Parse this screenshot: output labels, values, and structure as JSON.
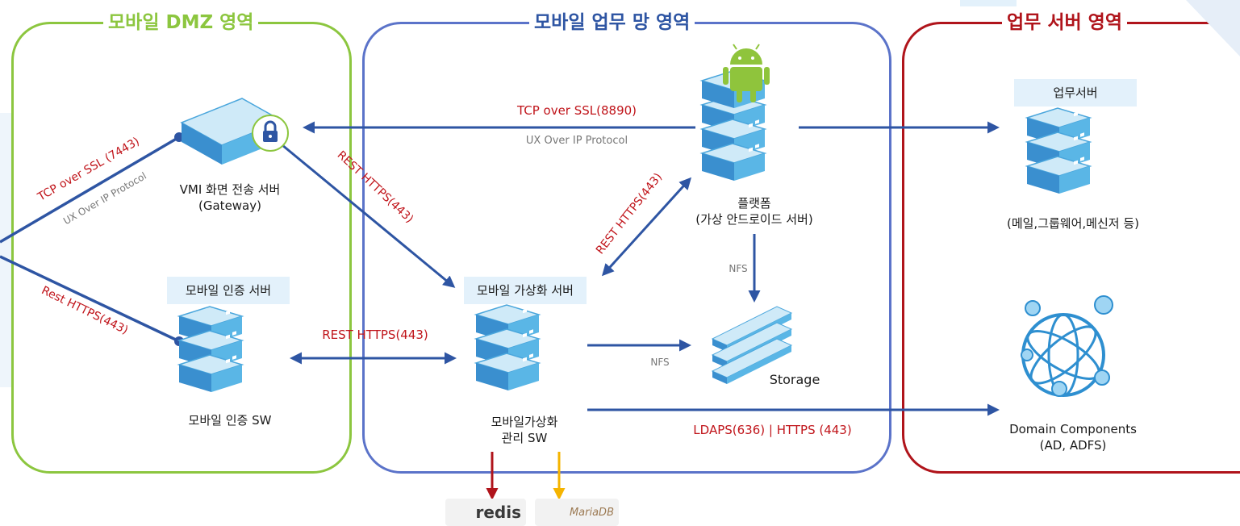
{
  "zones": {
    "dmz": {
      "title": "모바일 DMZ 영역",
      "color": "#8cc63f"
    },
    "business_net": {
      "title": "모바일 업무 망 영역",
      "color": "#5b73c9"
    },
    "server_zone": {
      "title": "업무 서버 영역",
      "color": "#b0141b"
    }
  },
  "nodes": {
    "gateway": {
      "line1": "VMI 화면 전송 서버",
      "line2": "(Gateway)"
    },
    "auth_server": {
      "tag": "모바일 인증 서버",
      "caption": "모바일 인증 SW"
    },
    "virt_server": {
      "tag": "모바일 가상화 서버",
      "line1": "모바일가상화",
      "line2": "관리 SW"
    },
    "platform": {
      "line1": "플랫폼",
      "line2": "(가상 안드로이드 서버)"
    },
    "storage": {
      "caption": "Storage"
    },
    "work_server": {
      "tag": "업무서버",
      "caption": "(메일,그룹웨어,메신저 등)"
    },
    "domain": {
      "line1": "Domain Components",
      "line2": "(AD, ADFS)"
    }
  },
  "edges": {
    "tcp_ssl_8890": "TCP over SSL(8890)",
    "ux_over_ip": "UX Over IP Protocol",
    "tcp_ssl_7443": "TCP over SSL (7443)",
    "ux_over_ip_left": "UX Over IP Protocol",
    "rest_gateway": "REST HTTPS(443)",
    "rest_platform": "REST HTTPS(443)",
    "rest_auth": "REST HTTPS(443)",
    "rest_left": "Rest HTTPS(443)",
    "nfs_platform": "NFS",
    "nfs_virt": "NFS",
    "ldaps": "LDAPS(636) | HTTPS (443)"
  },
  "logos": {
    "redis": "redis",
    "mariadb": "MariaDB"
  },
  "colors": {
    "arrow": "#2e55a3",
    "server_top": "#cfeaf8",
    "server_side": "#4aa6dc",
    "redis_arrow": "#b0141b",
    "mariadb_arrow": "#f5b400"
  }
}
